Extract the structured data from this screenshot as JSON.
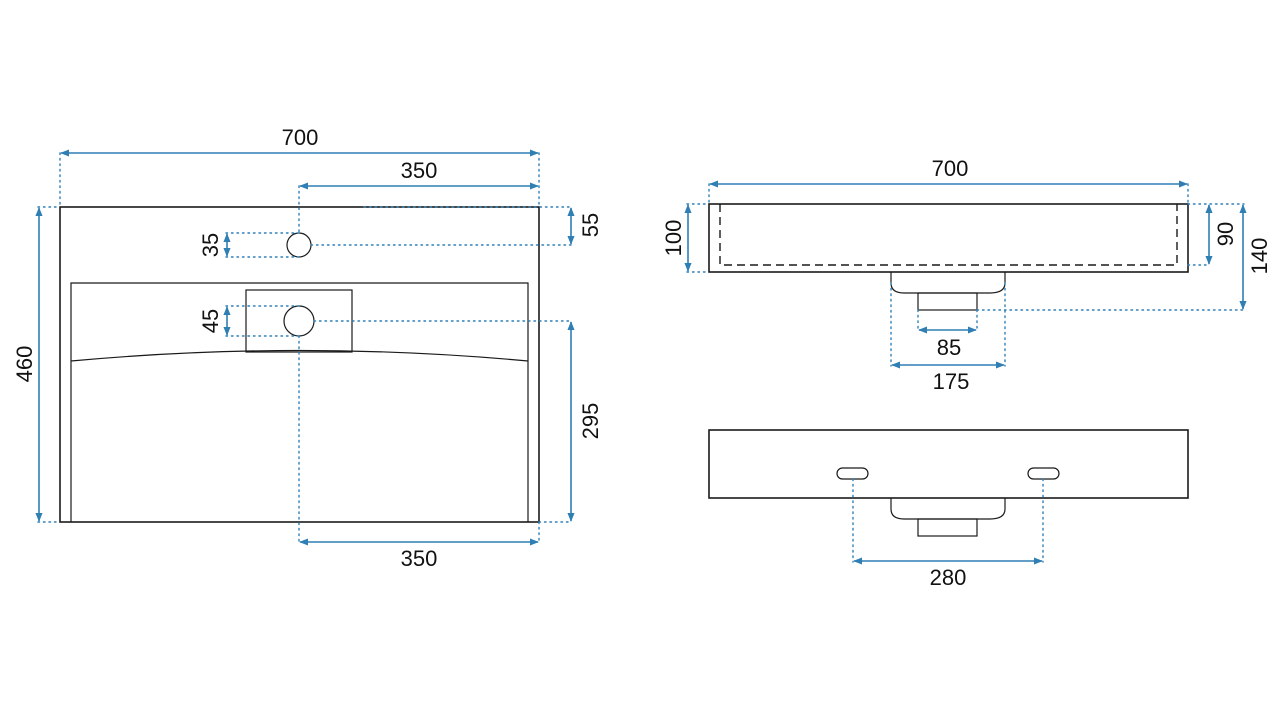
{
  "colors": {
    "dimension": "#2f7fb5",
    "outline": "#1a1a1a",
    "background": "#ffffff"
  },
  "top_view": {
    "overall_width": "700",
    "tap_hole_offset": "350",
    "tap_hole_from_back": "55",
    "tap_hole_diameter": "35",
    "drain_diameter": "45",
    "overall_depth": "460",
    "drain_to_front": "295",
    "drain_offset": "350"
  },
  "front_view": {
    "overall_width": "700",
    "basin_height": "100",
    "inner_height": "90",
    "total_height": "140",
    "waste_width": "85",
    "outlet_width": "175"
  },
  "back_view": {
    "mounting_hole_spacing": "280"
  }
}
